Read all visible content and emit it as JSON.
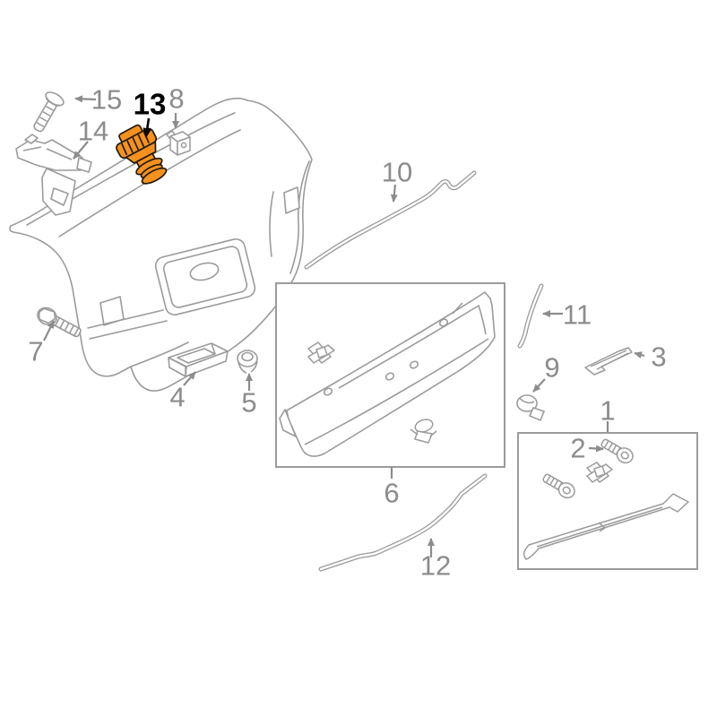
{
  "diagram": {
    "kind": "auto-parts-exploded-diagram",
    "subject": "trunk-lid-and-trim",
    "colors": {
      "background": "#ffffff",
      "line": "#9b9b9b",
      "label_gray": "#8c8c8c",
      "label_black": "#000000",
      "highlight_fill": "#f5921e",
      "highlight_outline": "#221a0c"
    },
    "highlighted_part": "13",
    "callouts": [
      {
        "number": "1",
        "highlighted": false
      },
      {
        "number": "2",
        "highlighted": false
      },
      {
        "number": "3",
        "highlighted": false
      },
      {
        "number": "4",
        "highlighted": false
      },
      {
        "number": "5",
        "highlighted": false
      },
      {
        "number": "6",
        "highlighted": false
      },
      {
        "number": "7",
        "highlighted": false
      },
      {
        "number": "8",
        "highlighted": false
      },
      {
        "number": "9",
        "highlighted": false
      },
      {
        "number": "10",
        "highlighted": false
      },
      {
        "number": "11",
        "highlighted": false
      },
      {
        "number": "12",
        "highlighted": false
      },
      {
        "number": "13",
        "highlighted": true
      },
      {
        "number": "14",
        "highlighted": false
      },
      {
        "number": "15",
        "highlighted": false
      }
    ]
  }
}
